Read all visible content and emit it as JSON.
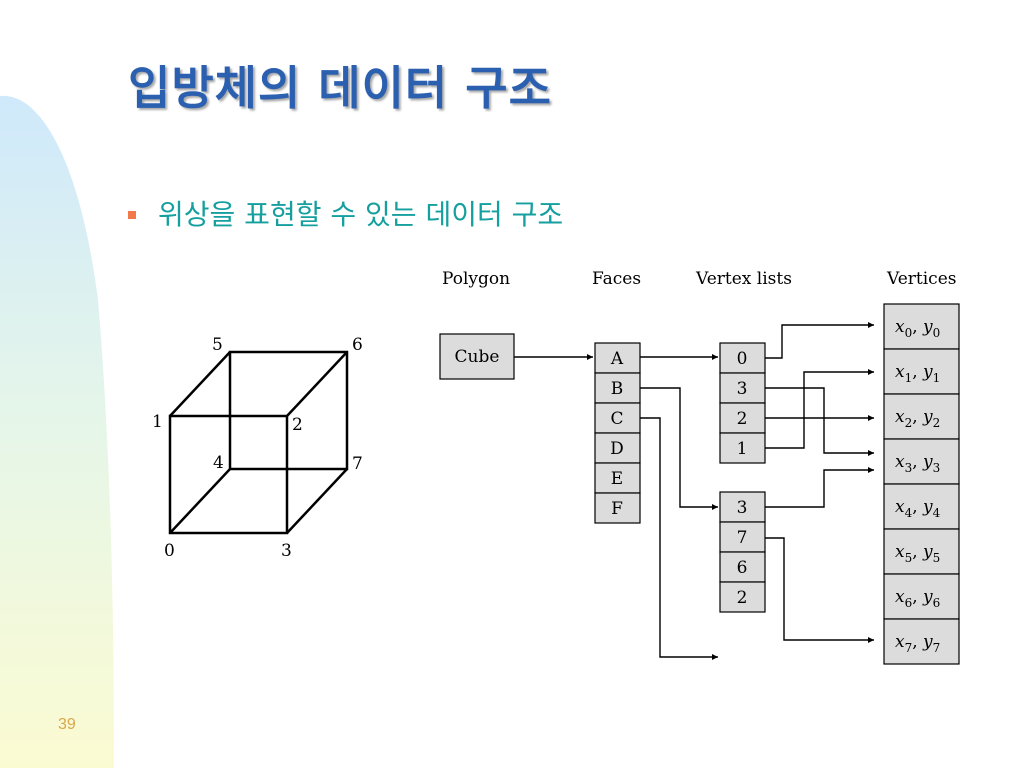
{
  "title": "입방체의 데이터 구조",
  "bullet": "위상을 표현할 수 있는 데이터 구조",
  "page_number": "39",
  "colors": {
    "title": "#2b5fb0",
    "bullet_text": "#169f9f",
    "bullet_marker": "#f07a4a",
    "page_number": "#d9a64a"
  },
  "diagram": {
    "headers": {
      "polygon": "Polygon",
      "faces": "Faces",
      "vertex_lists": "Vertex lists",
      "vertices": "Vertices"
    },
    "polygon": "Cube",
    "faces": [
      "A",
      "B",
      "C",
      "D",
      "E",
      "F"
    ],
    "vertex_list_a": [
      "0",
      "3",
      "2",
      "1"
    ],
    "vertex_list_b": [
      "3",
      "7",
      "6",
      "2"
    ],
    "vertices": [
      {
        "x": "x",
        "xs": "0",
        "y": "y",
        "ys": "0"
      },
      {
        "x": "x",
        "xs": "1",
        "y": "y",
        "ys": "1"
      },
      {
        "x": "x",
        "xs": "2",
        "y": "y",
        "ys": "2"
      },
      {
        "x": "x",
        "xs": "3",
        "y": "y",
        "ys": "3"
      },
      {
        "x": "x",
        "xs": "4",
        "y": "y",
        "ys": "4"
      },
      {
        "x": "x",
        "xs": "5",
        "y": "y",
        "ys": "5"
      },
      {
        "x": "x",
        "xs": "6",
        "y": "y",
        "ys": "6"
      },
      {
        "x": "x",
        "xs": "7",
        "y": "y",
        "ys": "7"
      }
    ],
    "cube_labels": [
      "0",
      "1",
      "2",
      "3",
      "4",
      "5",
      "6",
      "7"
    ]
  }
}
